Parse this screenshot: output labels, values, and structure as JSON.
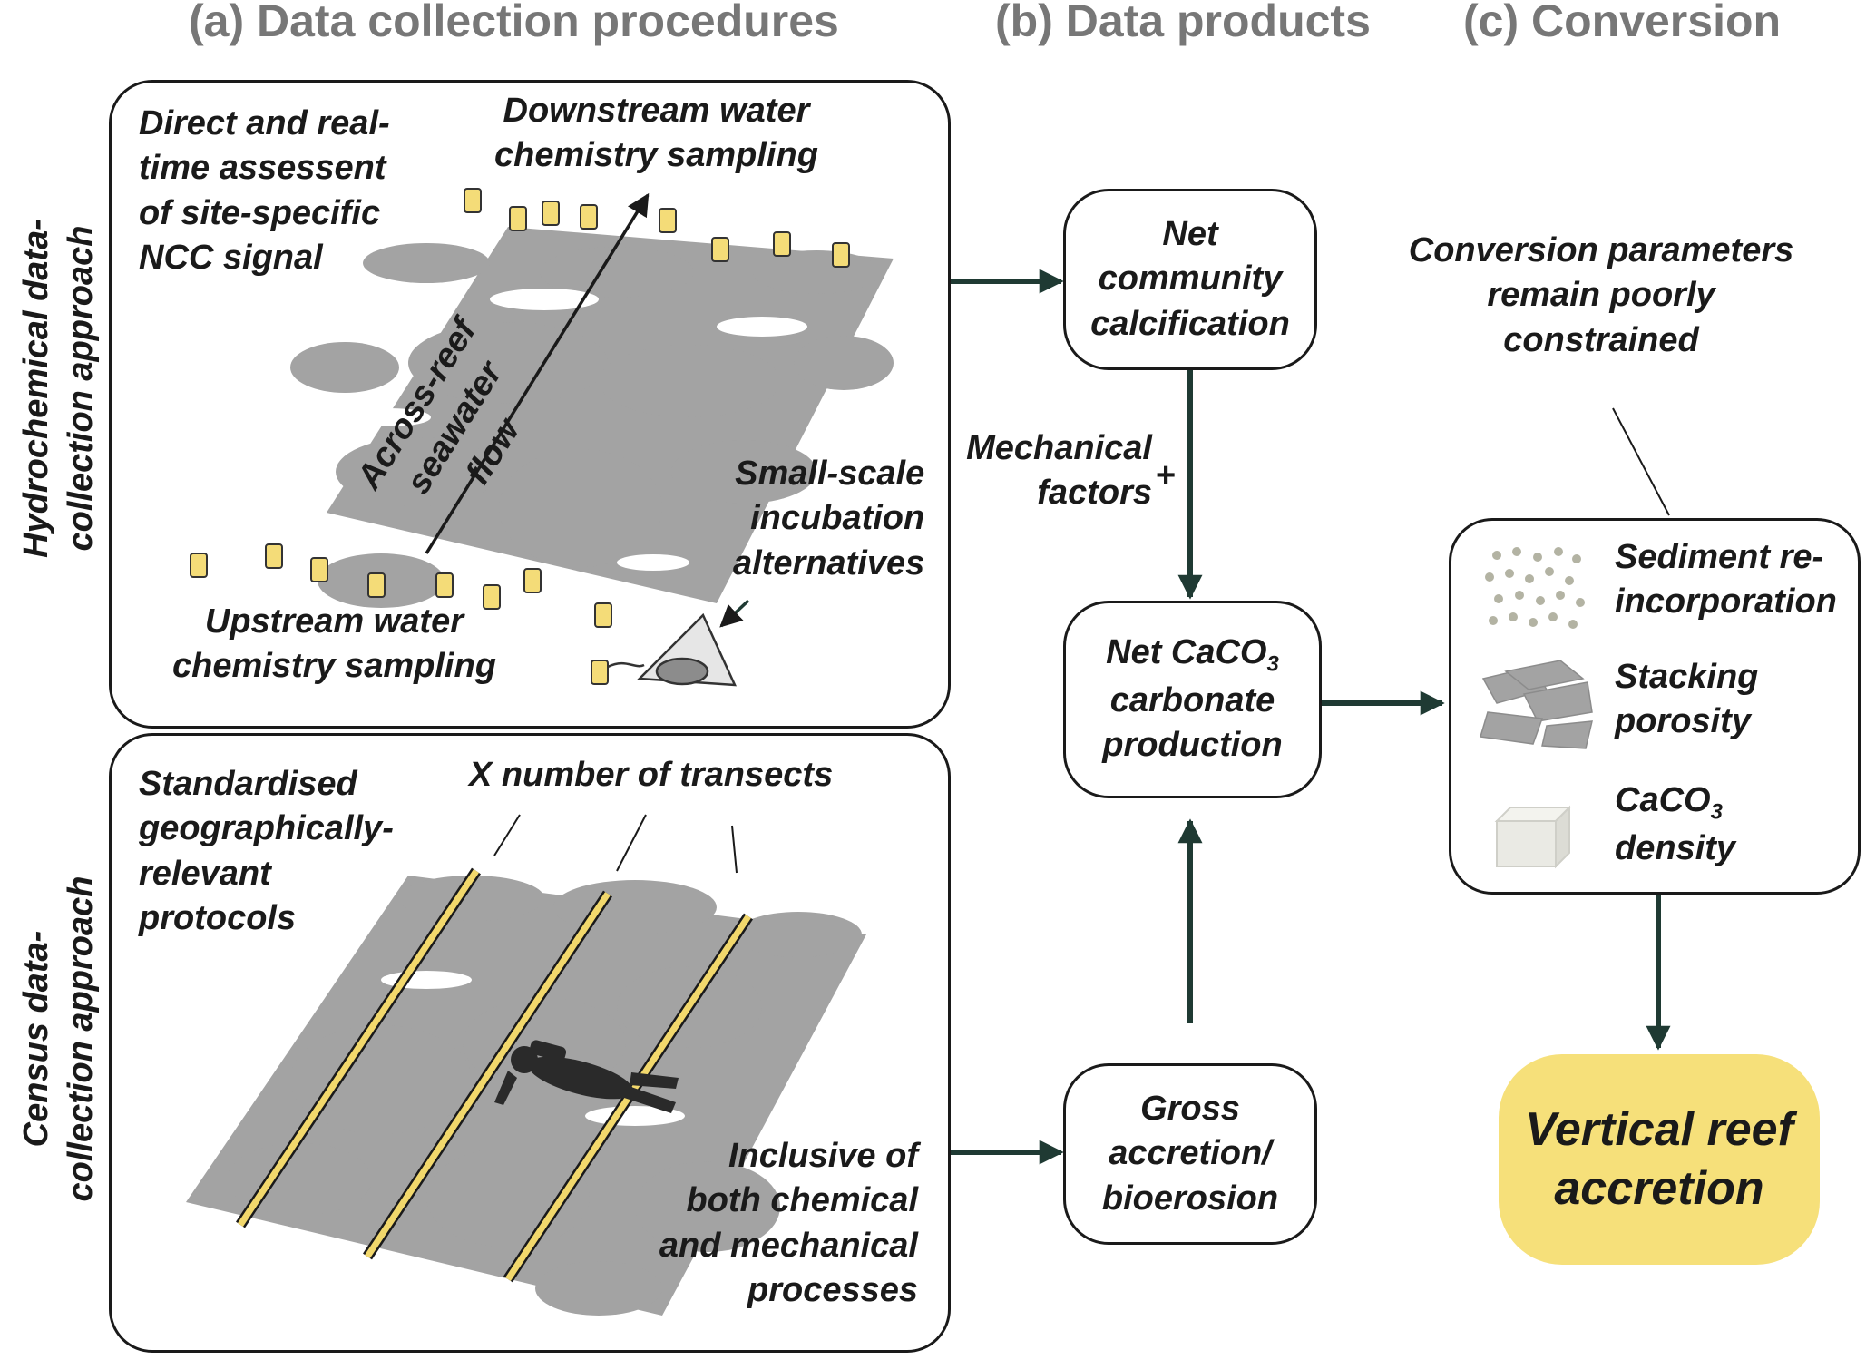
{
  "headers": {
    "a": "(a) Data collection procedures",
    "b": "(b) Data products",
    "c": "(c) Conversion"
  },
  "hydro": {
    "side_label_1": "Hydrochemical data-",
    "side_label_2": "collection approach",
    "direct_1": "Direct and real-",
    "direct_2": "time assessent",
    "direct_3": "of site-specific",
    "direct_4": "NCC signal",
    "downstream_1": "Downstream water",
    "downstream_2": "chemistry sampling",
    "flow_1": "Across-reef",
    "flow_2": "seawater flow",
    "smallscale_1": "Small-scale",
    "smallscale_2": "incubation",
    "smallscale_3": "alternatives",
    "upstream_1": "Upstream water",
    "upstream_2": "chemistry sampling"
  },
  "census": {
    "side_label_1": "Census data-",
    "side_label_2": "collection approach",
    "standard_1": "Standardised",
    "standard_2": "geographically-",
    "standard_3": "relevant",
    "standard_4": "protocols",
    "transects": "X number of transects",
    "inclusive_1": "Inclusive of",
    "inclusive_2": "both chemical",
    "inclusive_3": "and mechanical",
    "inclusive_4": "processes"
  },
  "products": {
    "ncc_1": "Net",
    "ncc_2": "community",
    "ncc_3": "calcification",
    "mech_1": "Mechanical",
    "mech_2": "factors",
    "plus": "+",
    "net_1": "Net CaCO",
    "net_sub": "3",
    "net_2": "carbonate",
    "net_3": "production",
    "gross_1": "Gross",
    "gross_2": "accretion/",
    "gross_3": "bioerosion"
  },
  "conversion": {
    "params_1": "Conversion parameters",
    "params_2": "remain poorly",
    "params_3": "constrained",
    "sediment_1": "Sediment re-",
    "sediment_2": "incorporation",
    "stacking_1": "Stacking",
    "stacking_2": "porosity",
    "density_1": "CaCO",
    "density_sub": "3",
    "density_2": "density",
    "output_1": "Vertical reef",
    "output_2": "accretion"
  },
  "colors": {
    "arrow": "#1f3a33",
    "reef": "#a3a3a3",
    "bottle": "#f4dc78",
    "transect": "#f2d86c",
    "output_fill": "#f6e07a",
    "header_gray": "#777777"
  }
}
